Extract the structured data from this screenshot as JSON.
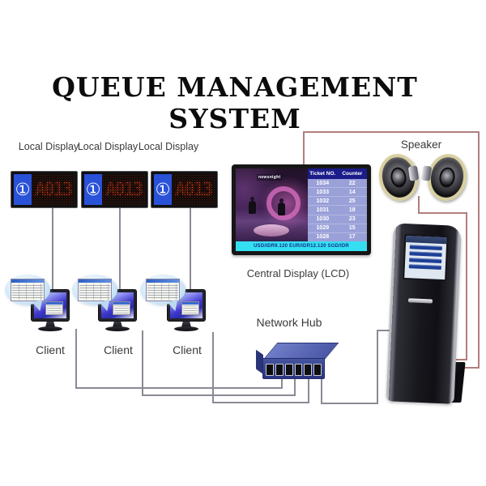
{
  "title": "QUEUE MANAGEMENT SYSTEM",
  "local_displays": {
    "labels": [
      "Local Display",
      "Local Display",
      "Local Display"
    ],
    "units": [
      {
        "counter_icon": "①",
        "ticket_number": "A013"
      },
      {
        "counter_icon": "①",
        "ticket_number": "A013"
      },
      {
        "counter_icon": "①",
        "ticket_number": "A013"
      }
    ]
  },
  "central_display": {
    "label": "Central Display (LCD)",
    "tv_logo": "newsnight",
    "queue_table": {
      "headers": [
        "Ticket NO.",
        "Counter"
      ],
      "rows": [
        [
          "1034",
          "22"
        ],
        [
          "1033",
          "14"
        ],
        [
          "1032",
          "25"
        ],
        [
          "1031",
          "18"
        ],
        [
          "1030",
          "23"
        ],
        [
          "1029",
          "15"
        ],
        [
          "1028",
          "17"
        ]
      ]
    },
    "ticker": "USD/IDR9.120 EUR/IDR12.120 SGD/IDR"
  },
  "speaker": {
    "label": "Speaker"
  },
  "clients": {
    "labels": [
      "Client",
      "Client",
      "Client"
    ]
  },
  "network_hub": {
    "label": "Network Hub",
    "port_count": 6
  },
  "colors": {
    "connection_gray": "#8a8a96",
    "connection_red": "#b27d7d",
    "led_text": "#ff4a18",
    "led_panel": "#2a52d8",
    "table_header_bg": "#1b1b8a",
    "table_row_bg": "#9aa0d8",
    "ticker_bg": "#35dff2",
    "hub_blue": "#35428f"
  }
}
